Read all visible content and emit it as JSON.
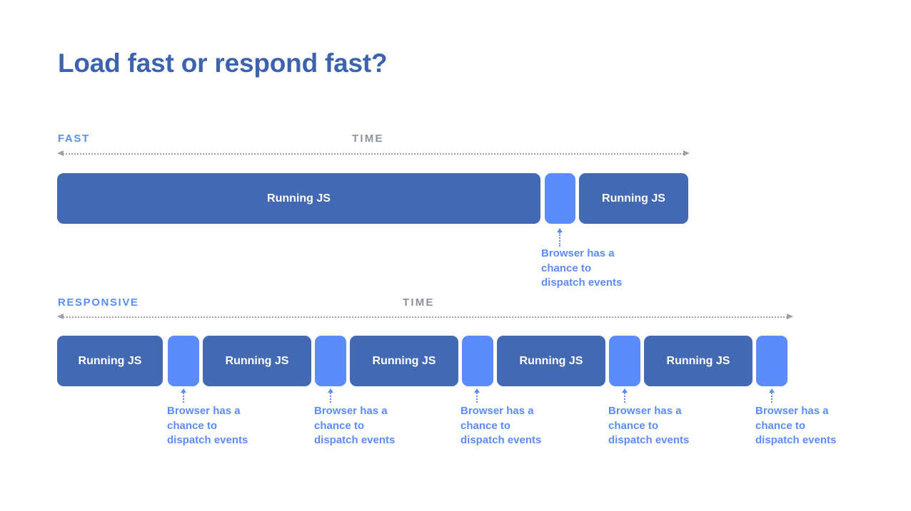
{
  "slide": {
    "title": "Load fast or respond fast?",
    "background": "#ffffff",
    "colors": {
      "title": "#3d63ae",
      "running_js_block": "#4269b2",
      "gap_block": "#5c8cfa",
      "accent": "#5c8cfa",
      "axis": "#9aa0aa",
      "time_label": "#8d9199"
    }
  },
  "sections": [
    {
      "id": "fast",
      "label": "FAST",
      "time_label": "TIME",
      "blocks": [
        {
          "kind": "running-js",
          "label": "Running JS"
        },
        {
          "kind": "gap",
          "label": ""
        },
        {
          "kind": "running-js",
          "label": "Running JS"
        }
      ],
      "callouts": [
        {
          "text": "Browser has a\nchance to\ndispatch events"
        }
      ]
    },
    {
      "id": "responsive",
      "label": "RESPONSIVE",
      "time_label": "TIME",
      "blocks": [
        {
          "kind": "running-js",
          "label": "Running JS"
        },
        {
          "kind": "gap",
          "label": ""
        },
        {
          "kind": "running-js",
          "label": "Running JS"
        },
        {
          "kind": "gap",
          "label": ""
        },
        {
          "kind": "running-js",
          "label": "Running JS"
        },
        {
          "kind": "gap",
          "label": ""
        },
        {
          "kind": "running-js",
          "label": "Running JS"
        },
        {
          "kind": "gap",
          "label": ""
        },
        {
          "kind": "running-js",
          "label": "Running JS"
        },
        {
          "kind": "gap",
          "label": ""
        }
      ],
      "callouts": [
        {
          "text": "Browser has a\nchance to\ndispatch events"
        },
        {
          "text": "Browser has a\nchance to\ndispatch events"
        },
        {
          "text": "Browser has a\nchance to\ndispatch events"
        },
        {
          "text": "Browser has a\nchance to\ndispatch events"
        },
        {
          "text": "Browser has a\nchance to\ndispatch events"
        }
      ]
    }
  ]
}
